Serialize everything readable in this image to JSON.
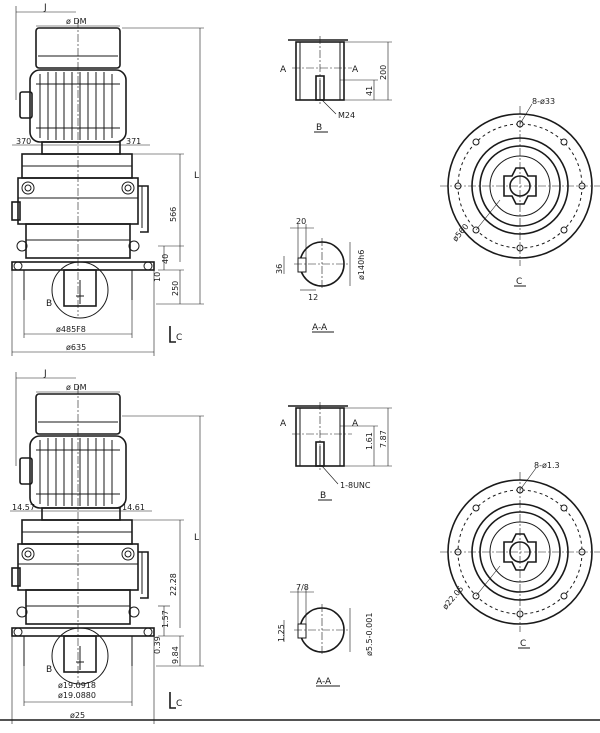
{
  "metric": {
    "side": {
      "j": "J",
      "dm": "ø DM",
      "l": "L",
      "left_offset": "370",
      "right_offset": "371",
      "body_height": "566",
      "dim_40": "40",
      "dim_10": "10",
      "dim_250": "250",
      "spigot": "ø485F8",
      "flange": "ø635",
      "b": "B",
      "c": "C"
    },
    "view_b": {
      "a_left": "A",
      "a_right": "A",
      "dim_200": "200",
      "dim_41": "41",
      "thread": "M24",
      "label": "B"
    },
    "view_aa": {
      "dim_20": "20",
      "dim_36": "36",
      "dim_12": "12",
      "shaft": "ø140h6",
      "label": "A-A"
    },
    "view_c": {
      "holes": "8-ø33",
      "pcd": "ø560",
      "label": "C"
    }
  },
  "imperial": {
    "side": {
      "j": "J",
      "dm": "ø DM",
      "l": "L",
      "left_offset": "14.57",
      "right_offset": "14.61",
      "body_height": "22.28",
      "dim_157": "1.57",
      "dim_039": "0.39",
      "dim_984": "9.84",
      "spigot_1": "ø19.0918",
      "spigot_2": "ø19.0880",
      "flange": "ø25",
      "b": "B",
      "c": "C"
    },
    "view_b": {
      "a_left": "A",
      "a_right": "A",
      "dim_787": "7.87",
      "dim_161": "1.61",
      "thread": "1-8UNC",
      "label": "B"
    },
    "view_aa": {
      "dim_78": "7/8",
      "dim_125": "1.25",
      "shaft": "ø5.5-0.001",
      "label": "A-A"
    },
    "view_c": {
      "holes": "8-ø1.3",
      "pcd": "ø22.05",
      "label": "C"
    }
  }
}
